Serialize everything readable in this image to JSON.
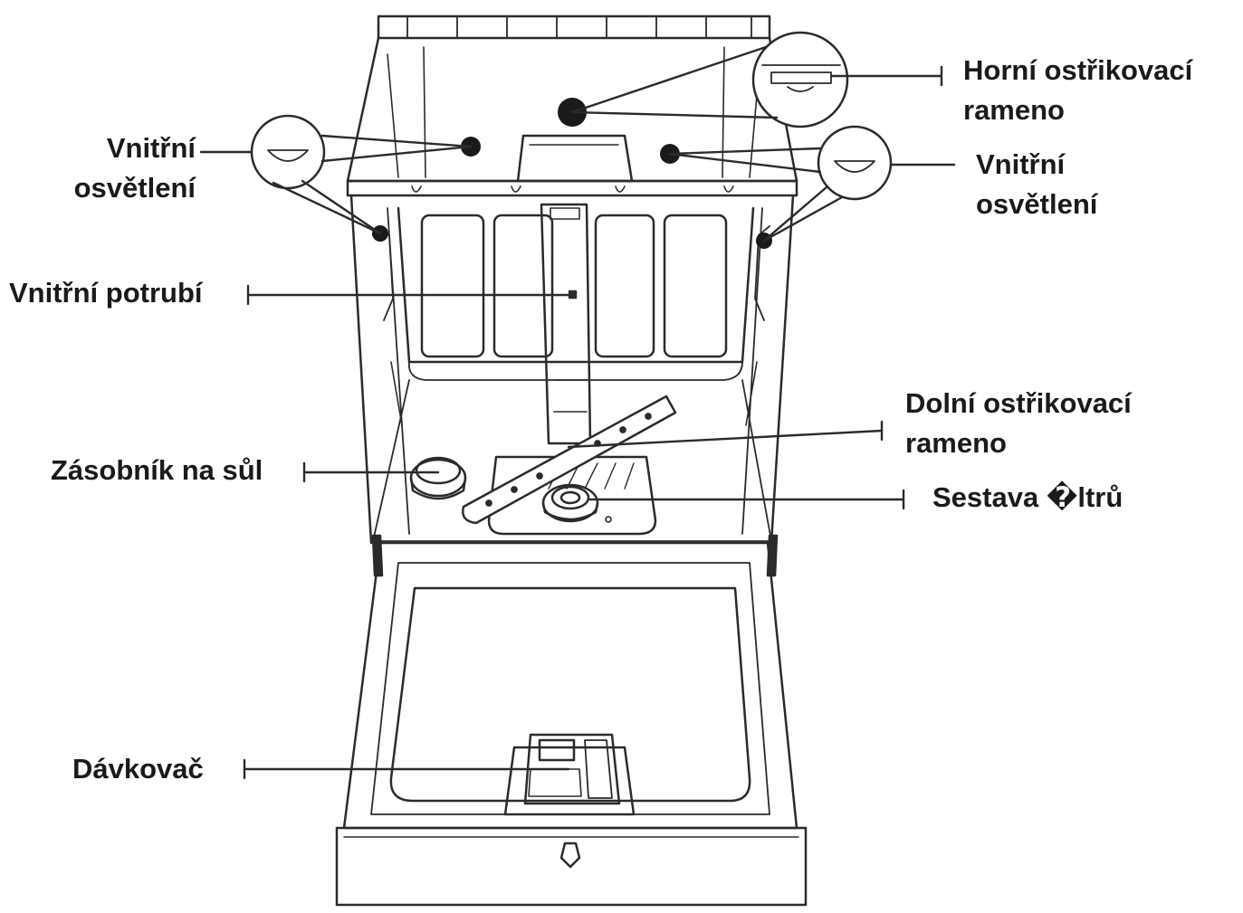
{
  "colors": {
    "ink": "#1a1a1a",
    "line": "#2b2b2b",
    "background": "#ffffff"
  },
  "labels": {
    "upper_spray_arm": {
      "line1": "Horní ostřikovací",
      "line2": "rameno"
    },
    "inner_light_left": {
      "line1": "Vnitřní",
      "line2": "osvětlení"
    },
    "inner_light_right": {
      "line1": "Vnitřní",
      "line2": "osvětlení"
    },
    "inner_pipe": "Vnitřní potrubí",
    "lower_spray_arm": {
      "line1": "Dolní ostřikovací",
      "line2": "rameno"
    },
    "salt_container": "Zásobník na sůl",
    "filter_assembly": "Sestava �ltrů",
    "dispenser": "Dávkovač"
  }
}
